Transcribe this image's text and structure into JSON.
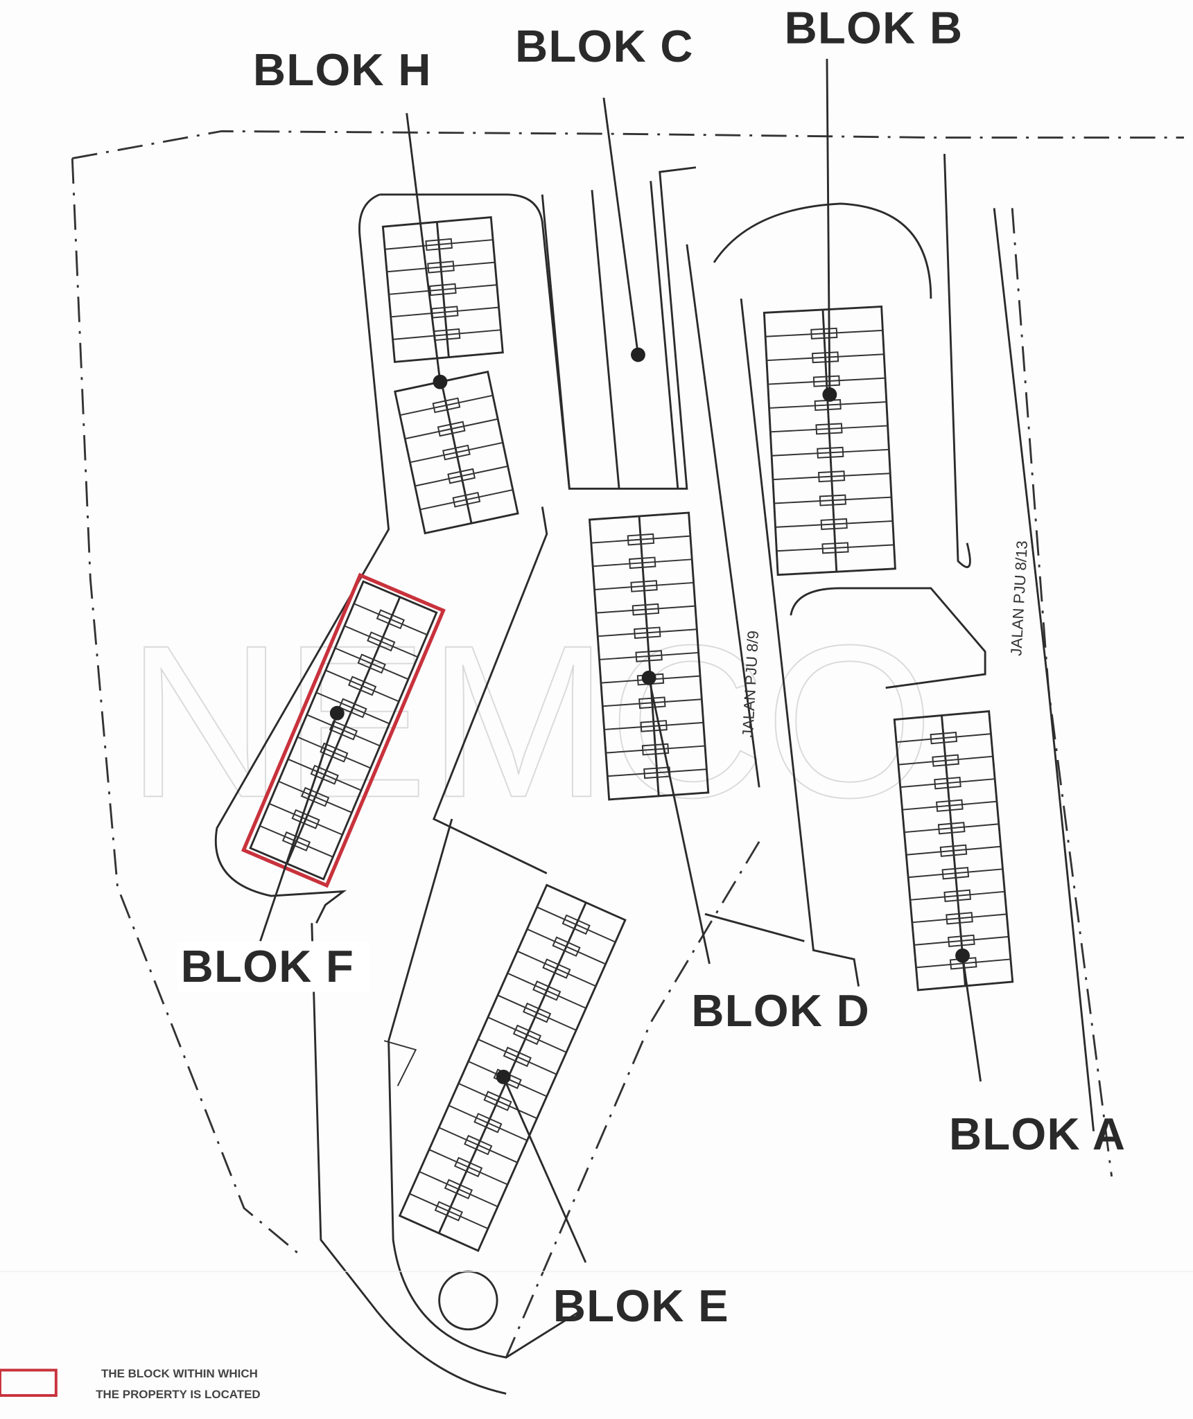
{
  "blocks": {
    "h": "BLOK H",
    "c": "BLOK C",
    "b": "BLOK B",
    "f": "BLOK F",
    "d": "BLOK D",
    "a": "BLOK A",
    "e": "BLOK E"
  },
  "roads": {
    "pju_8_9": "JALAN PJU 8/9",
    "pju_8_13": "JALAN PJU 8/13"
  },
  "legend": {
    "line1": "THE BLOCK WITHIN WHICH",
    "line2": "THE PROPERTY IS LOCATED",
    "color": "#c8323c"
  },
  "highlighted_block": "BLOK F",
  "watermark": "NEMCO™"
}
